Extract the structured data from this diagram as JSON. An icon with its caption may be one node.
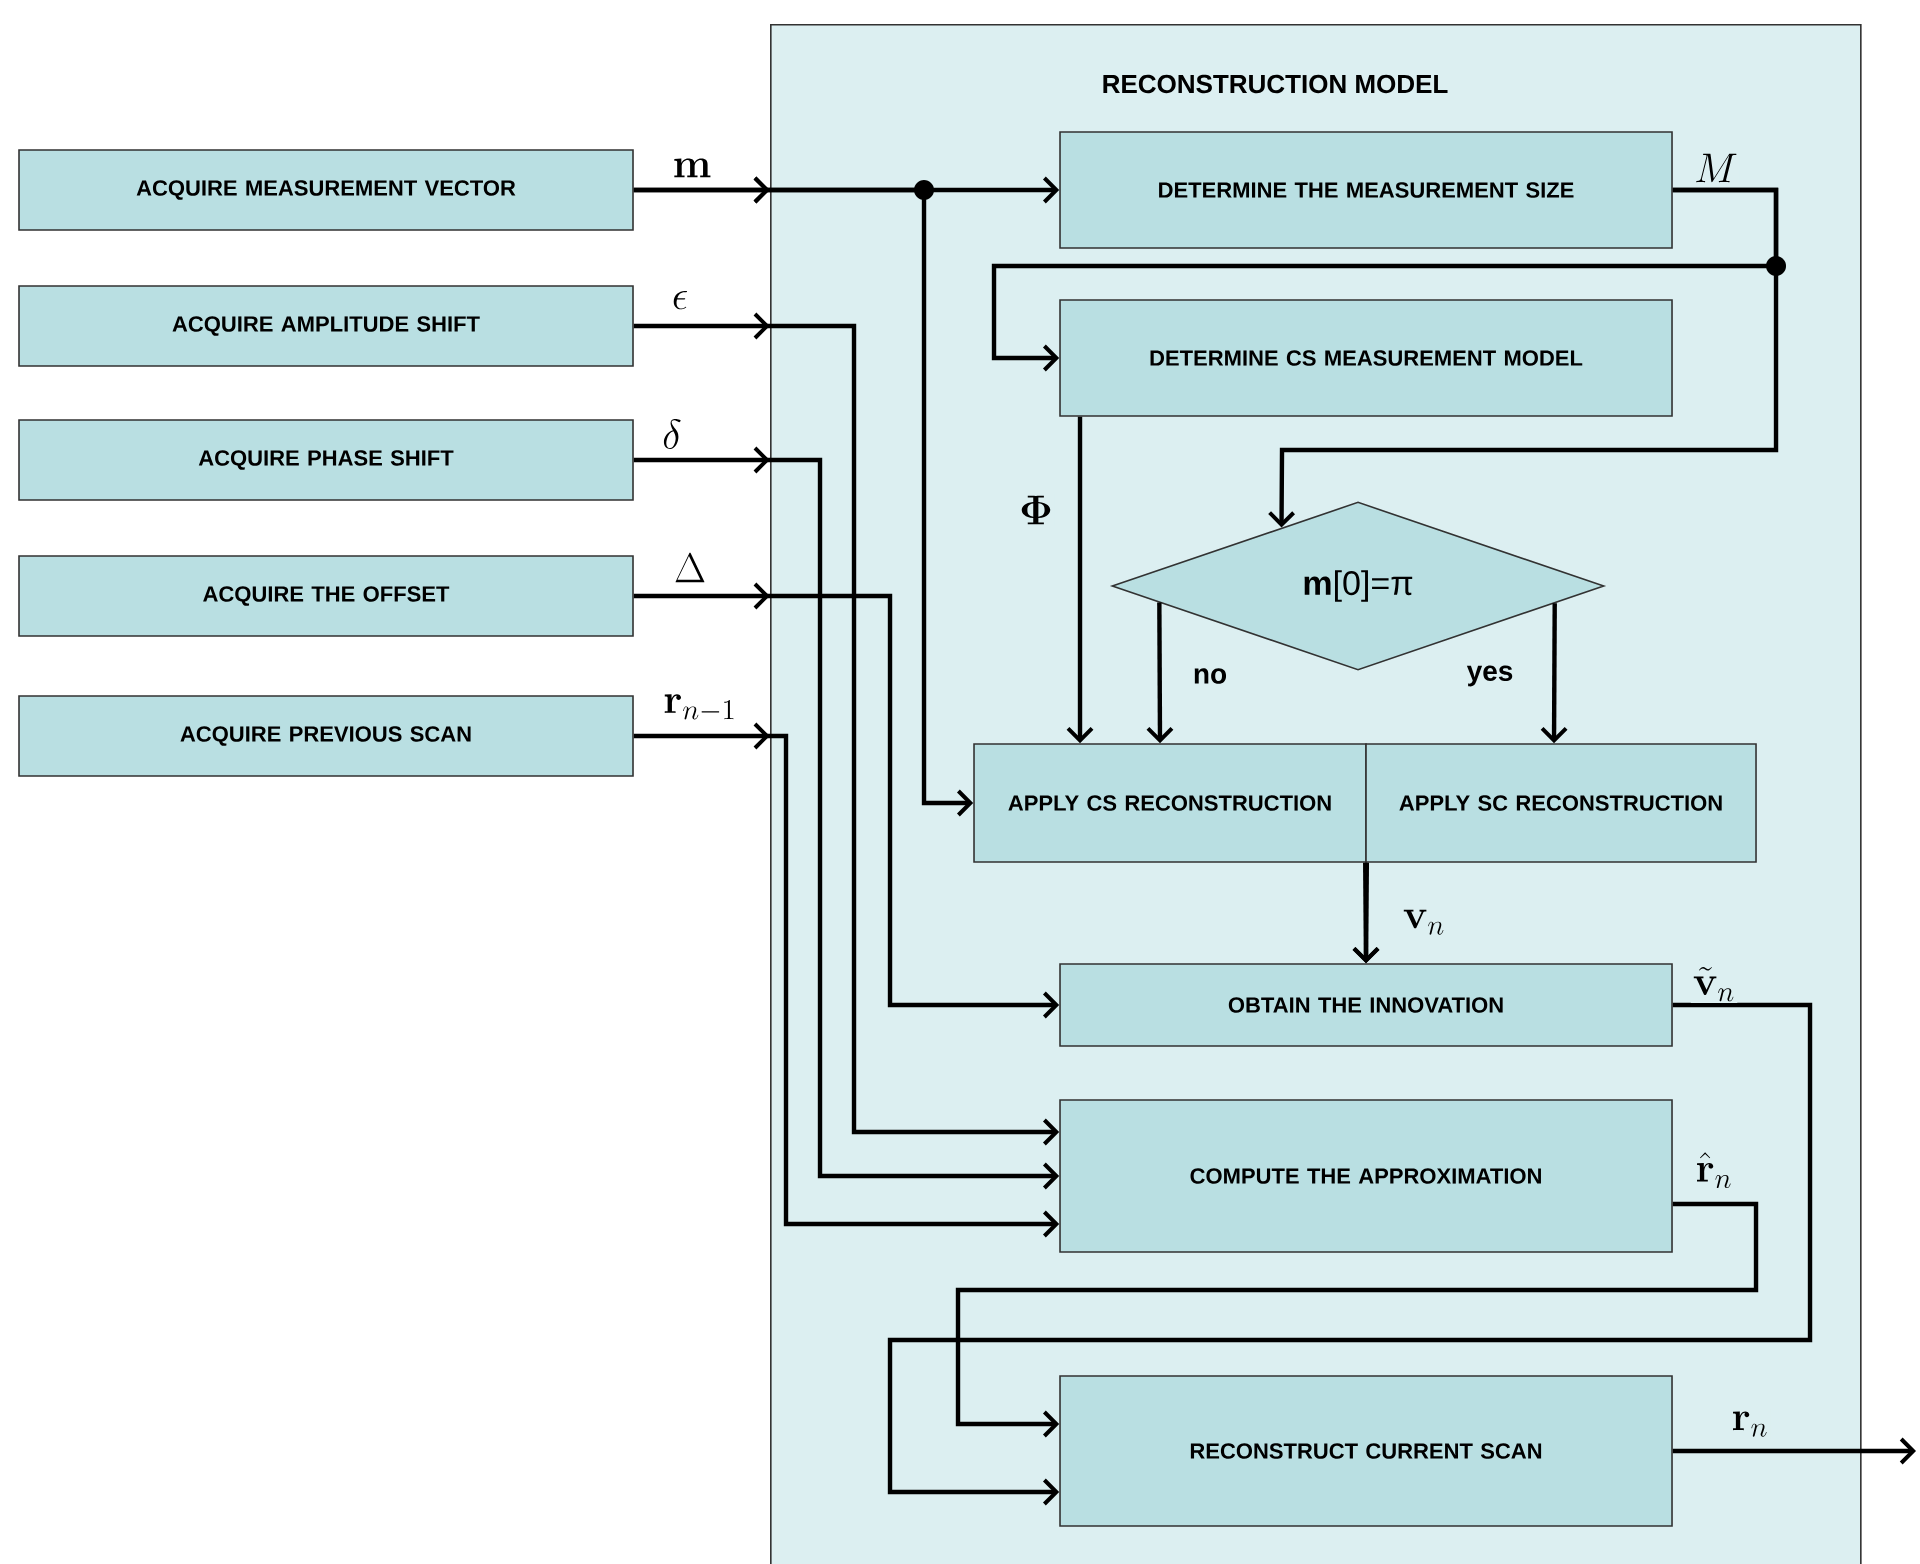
{
  "diagram": {
    "nodes": [
      {
        "text": [
          "RECONSTRUCTION MODEL"
        ]
      },
      {
        "text": [
          "ACQUIRE MEASUREMENT VECTOR"
        ]
      },
      {
        "text": [
          "ACQUIRE AMPLITUDE SHIFT"
        ]
      },
      {
        "text": [
          "ACQUIRE PHASE SHIFT"
        ]
      },
      {
        "text": [
          "ACQUIRE THE OFFSET"
        ]
      },
      {
        "text": [
          "ACQUIRE PREVIOUS SCAN"
        ]
      },
      {
        "text": [
          "DETERMINE THE MEASUREMENT SIZE"
        ],
        "in": 0
      },
      {
        "text": [
          "DETERMINE CS MEASUREMENT MODEL"
        ],
        "in": 0
      },
      {
        "text": [
          "**m**[0]=π"
        ],
        "in": 0
      },
      {
        "text": [
          "APPLY CS RECONSTRUCTION"
        ],
        "in": 0
      },
      {
        "text": [
          "APPLY SC RECONSTRUCTION"
        ],
        "in": 0
      },
      {
        "text": [
          "OBTAIN THE INNOVATION"
        ],
        "in": 0
      },
      {
        "text": [
          "COMPUTE THE APPROXIMATION"
        ],
        "in": 0
      },
      {
        "text": [
          "RECONSTRUCT CURRENT SCAN"
        ],
        "in": 0
      }
    ],
    "edges": [
      {
        "from": 1,
        "to": 6,
        "arrow": "to",
        "label": "\\mathbf{m}"
      },
      {
        "from": 1,
        "to": 9,
        "arrow": "to"
      },
      {
        "from": 2,
        "to": 12,
        "arrow": "to",
        "label": "\\epsilon"
      },
      {
        "from": 3,
        "to": 12,
        "arrow": "to",
        "label": "\\delta"
      },
      {
        "from": 4,
        "to": 11,
        "arrow": "to",
        "label": "\\Delta"
      },
      {
        "from": 5,
        "to": 12,
        "arrow": "to",
        "label": "\\mathbf{r}_{n-1}"
      },
      {
        "from": 6,
        "to": 7,
        "arrow": "to",
        "label": "M"
      },
      {
        "from": 6,
        "to": 8,
        "arrow": "to"
      },
      {
        "from": 7,
        "to": 9,
        "arrow": "to",
        "label": "\\mathbf{\\Phi}"
      },
      {
        "from": 8,
        "to": 9,
        "arrow": "to",
        "label": "no"
      },
      {
        "from": 8,
        "to": 10,
        "arrow": "to",
        "label": "yes"
      },
      {
        "from": 9,
        "to": 11,
        "arrow": "to",
        "label": "\\mathbf{v}_n"
      },
      {
        "from": 10,
        "to": 11,
        "arrow": "to"
      },
      {
        "from": 11,
        "to": 13,
        "arrow": "to",
        "label": "\\tilde{\\mathbf{v}}_n"
      },
      {
        "from": 12,
        "to": 13,
        "arrow": "to",
        "label": "\\hat{\\mathbf{r}}_n"
      },
      {
        "from": 13,
        "to": null,
        "arrow": "to",
        "label": "\\mathbf{r}_n"
      }
    ]
  }
}
